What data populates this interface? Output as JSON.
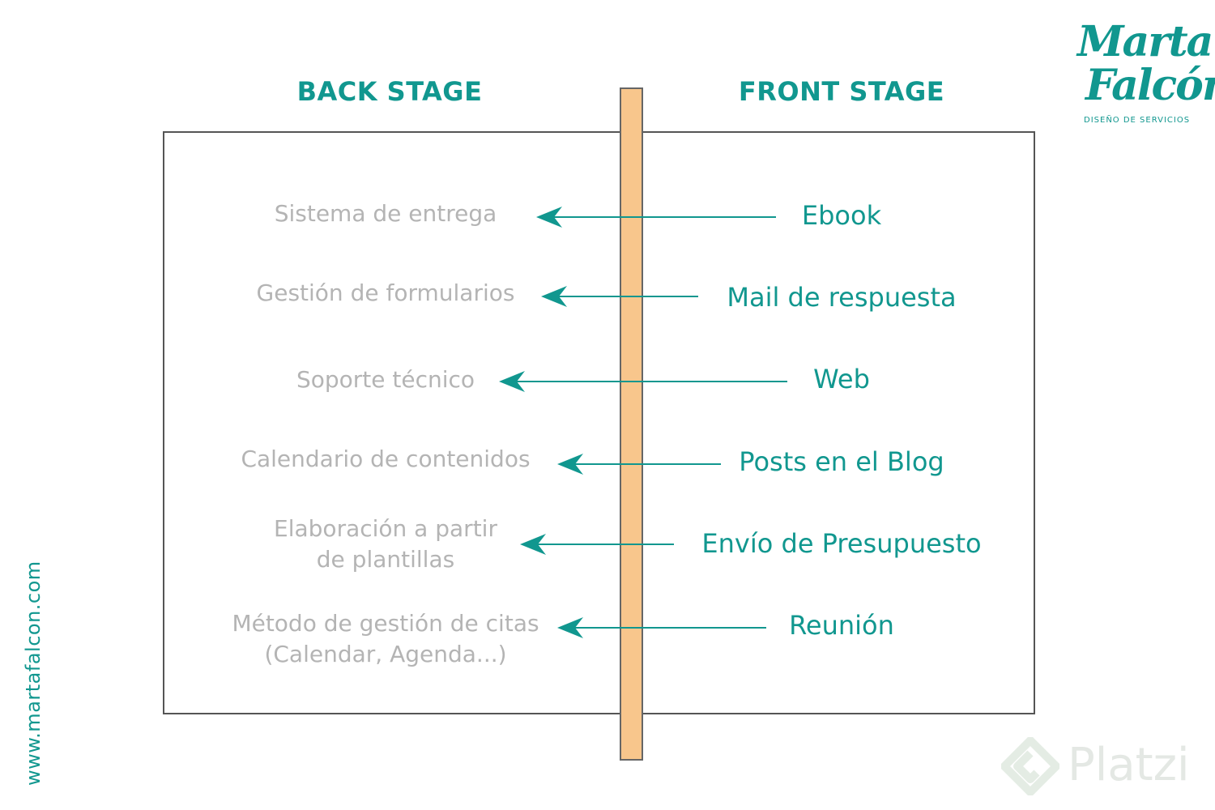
{
  "diagram": {
    "back_stage_title": "BACK STAGE",
    "front_stage_title": "FRONT STAGE",
    "rows": [
      {
        "back": "Sistema de entrega",
        "front": "Ebook"
      },
      {
        "back": "Gestión de formularios",
        "front": "Mail de respuesta"
      },
      {
        "back": "Soporte técnico",
        "front": "Web"
      },
      {
        "back": "Calendario de contenidos",
        "front": "Posts en el Blog"
      },
      {
        "back": "Elaboración a partir\nde plantillas",
        "front": "Envío de Presupuesto"
      },
      {
        "back": "Método de gestión de citas\n(Calendar, Agenda...)",
        "front": "Reunión"
      }
    ]
  },
  "logo": {
    "line1": "Marta",
    "line2": "Falcón",
    "tagline": "DISEÑO DE SERVICIOS"
  },
  "site_url": "www.martafalcon.com",
  "watermark": "Platzi",
  "colors": {
    "accent": "#11978f",
    "back_text": "#b4b4b4",
    "divider_fill": "#f8c68c",
    "frame": "#555555"
  },
  "icons": {
    "arrow": "arrow-left-icon",
    "watermark": "platzi-logo-icon"
  }
}
